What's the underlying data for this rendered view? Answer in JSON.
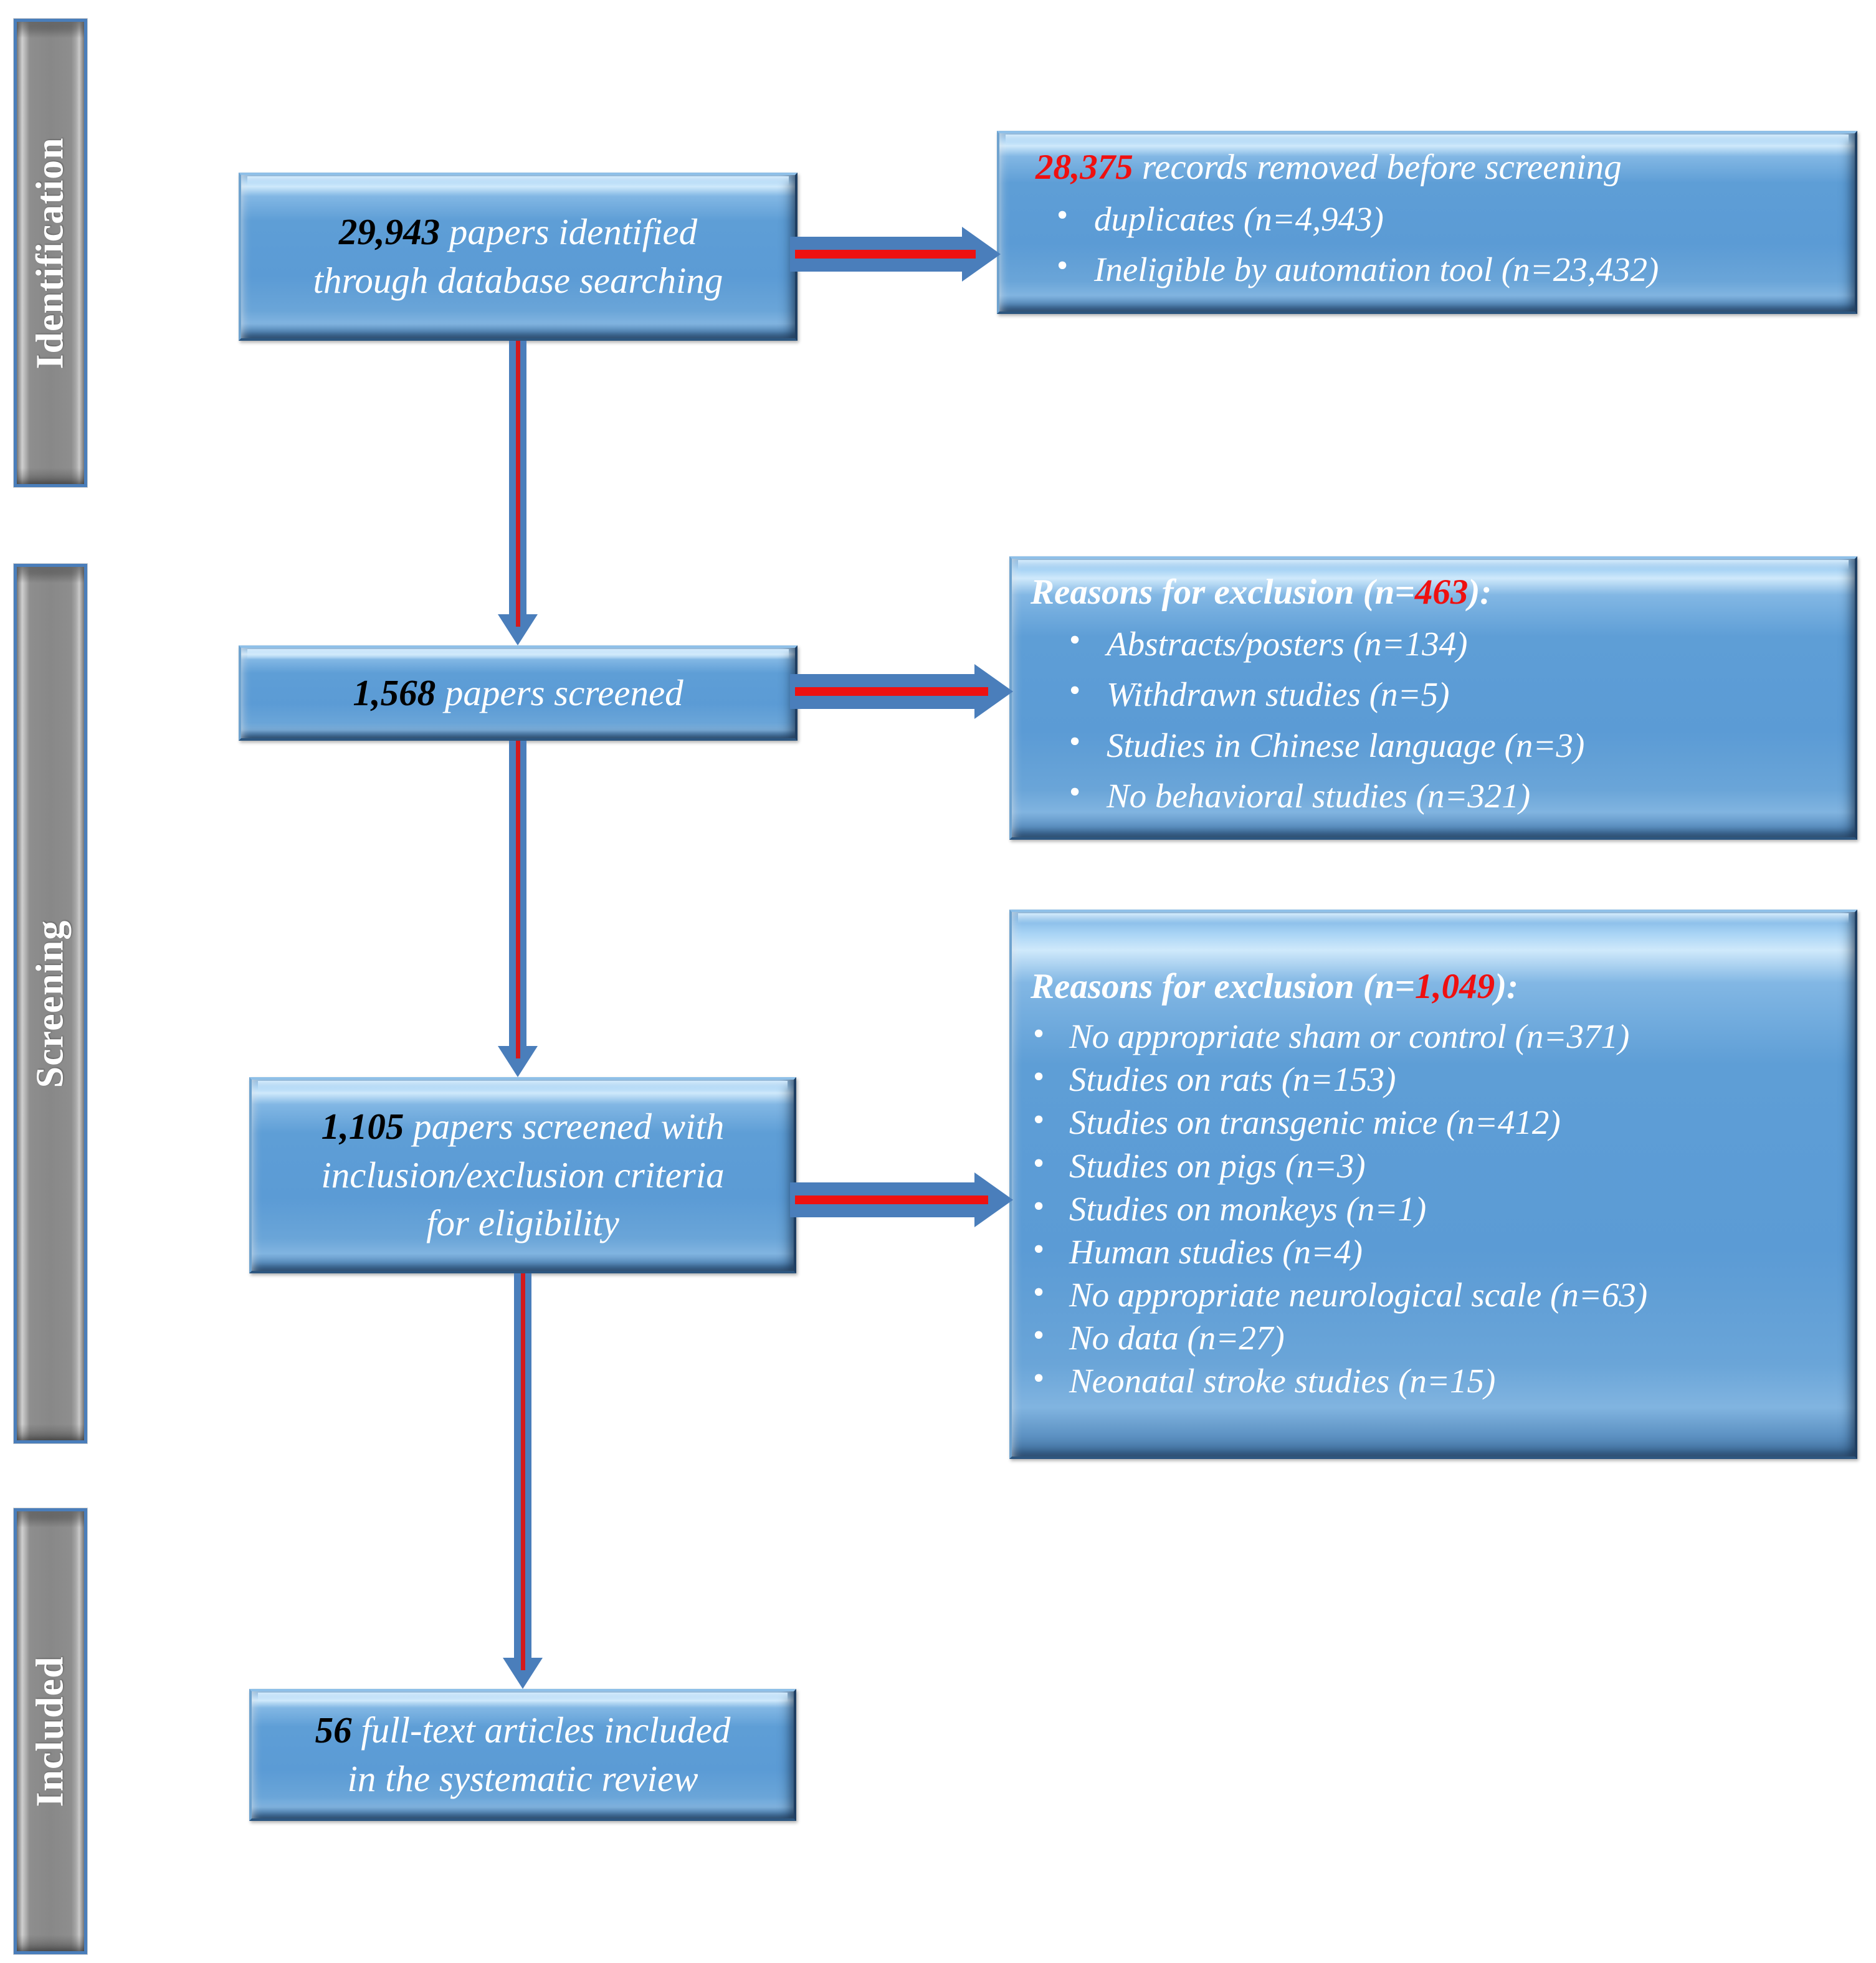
{
  "stages": [
    {
      "label": "Identification"
    },
    {
      "label": "Screening"
    },
    {
      "label": "Included"
    }
  ],
  "boxes": {
    "identified": {
      "count": "29,943",
      "line1_rest": " papers identified",
      "line2": "through database searching"
    },
    "removed": {
      "count": "28,375",
      "head_rest": " records removed before screening",
      "items": [
        "duplicates (n=4,943)",
        "Ineligible by automation tool (n=23,432)"
      ]
    },
    "screened": {
      "count": "1,568",
      "rest": " papers screened"
    },
    "exclusion_1": {
      "head_prefix": "Reasons for exclusion (n=",
      "head_count": "463",
      "head_suffix": "):",
      "items": [
        "Abstracts/posters (n=134)",
        "Withdrawn studies (n=5)",
        "Studies in Chinese language (n=3)",
        "No behavioral studies (n=321)"
      ]
    },
    "eligibility": {
      "count": "1,105",
      "line1_rest": " papers screened with",
      "line2": "inclusion/exclusion criteria",
      "line3": "for eligibility"
    },
    "exclusion_2": {
      "head_prefix": "Reasons for exclusion (n=",
      "head_count": "1,049",
      "head_suffix": "):",
      "items": [
        "No appropriate sham or control (n=371)",
        "Studies on rats (n=153)",
        "Studies on transgenic mice (n=412)",
        "Studies on pigs (n=3)",
        "Studies on monkeys (n=1)",
        "Human studies (n=4)",
        "No appropriate neurological scale (n=63)",
        "No data (n=27)",
        "Neonatal stroke studies (n=15)"
      ]
    },
    "included": {
      "count": "56",
      "line1_rest": " full-text articles included",
      "line2": "in the systematic review"
    }
  },
  "colors": {
    "box_fill": "#5b9bd5",
    "bar_fill": "#888888",
    "bar_border": "#4a7ebb",
    "arrow_body": "#4a7ebb",
    "arrow_accent": "#ee1111",
    "highlight_number": "#ef1010",
    "black_number": "#000000"
  }
}
